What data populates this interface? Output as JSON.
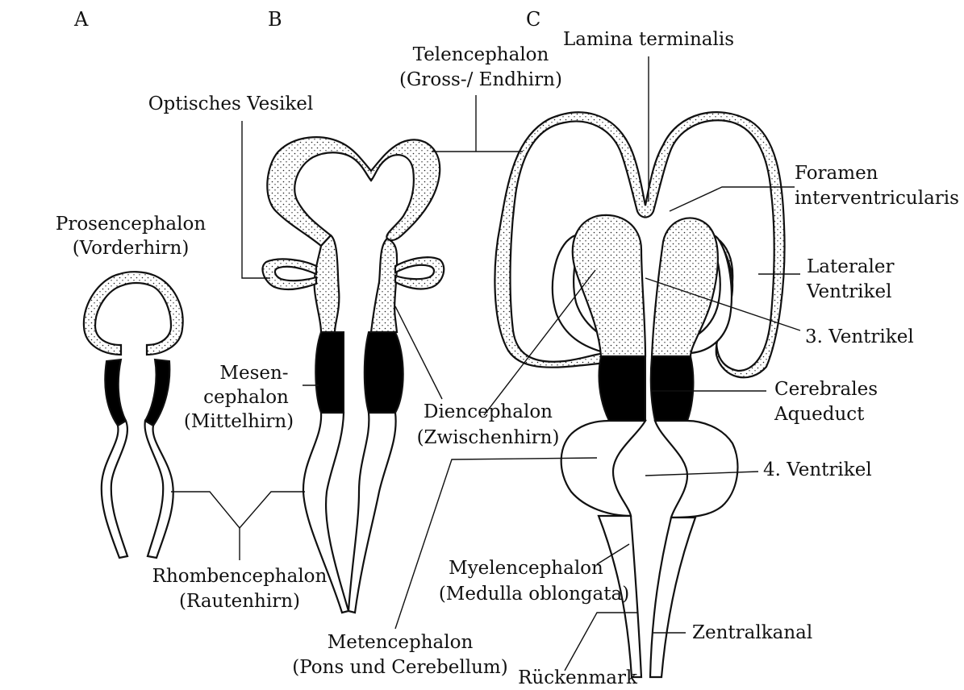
{
  "panels": {
    "a": "A",
    "b": "B",
    "c": "C"
  },
  "labels": {
    "prosencephalon": "Prosencephalon",
    "vorderhirn": "(Vorderhirn)",
    "optisches_vesikel": "Optisches Vesikel",
    "telencephalon": "Telencephalon",
    "gross_endhirn": "(Gross-/ Endhirn)",
    "lamina_terminalis": "Lamina terminalis",
    "foramen": "Foramen",
    "interventricularis": "interventricularis",
    "lateraler": "Lateraler",
    "ventrikel": "Ventrikel",
    "third_ventrikel": "3. Ventrikel",
    "mesen": "Mesen-",
    "cephalon": "cephalon",
    "mittelhirn": "(Mittelhirn)",
    "diencephalon": "Diencephalon",
    "zwischenhirn": "(Zwischenhirn)",
    "cerebrales": "Cerebrales",
    "aqueduct": "Aqueduct",
    "fourth_ventrikel": "4. Ventrikel",
    "rhombencephalon": "Rhombencephalon",
    "rautenhirn": "(Rautenhirn)",
    "myelencephalon": "Myelencephalon",
    "medulla": "(Medulla oblongata)",
    "metencephalon": "Metencephalon",
    "pons_cerebellum": "(Pons und Cerebellum)",
    "zentralkanal": "Zentralkanal",
    "rueckenmark": "Rückenmark"
  }
}
